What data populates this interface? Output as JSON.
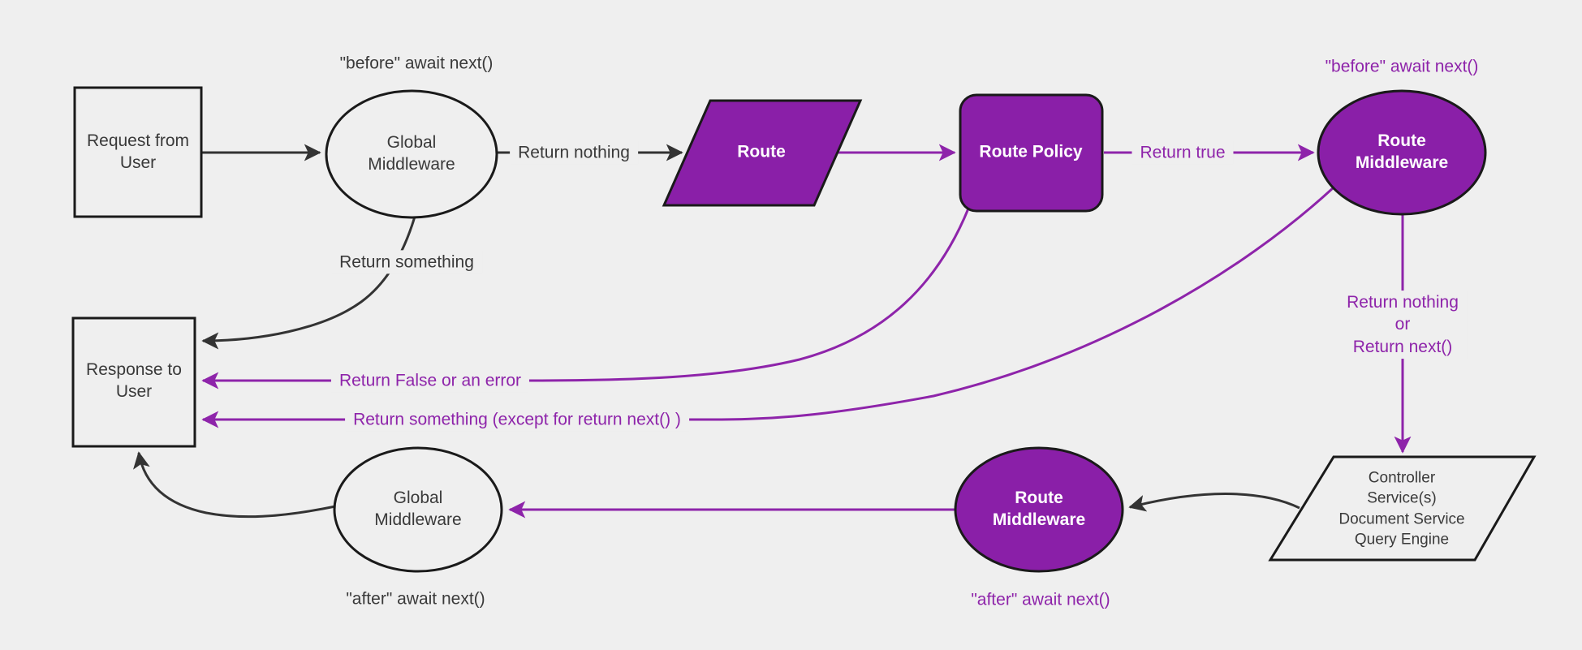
{
  "colors": {
    "background": "#efefef",
    "purple_fill": "#8a1fa8",
    "purple_accent": "#8e24aa",
    "shape_border": "#1a1a1a",
    "dark_stroke": "#333333",
    "dark_text": "#3a3a3a",
    "white_text": "#ffffff"
  },
  "nodes": {
    "request_from_user": {
      "line1": "Request from",
      "line2": "User"
    },
    "global_middleware_top": {
      "line1": "Global",
      "line2": "Middleware"
    },
    "route": {
      "label": "Route"
    },
    "route_policy": {
      "label": "Route Policy"
    },
    "route_middleware_top": {
      "line1": "Route",
      "line2": "Middleware"
    },
    "response_to_user": {
      "line1": "Response to",
      "line2": "User"
    },
    "controller_services": {
      "line1": "Controller",
      "line2": "Service(s)",
      "line3": "Document Service",
      "line4": "Query Engine"
    },
    "route_middleware_bottom": {
      "line1": "Route",
      "line2": "Middleware"
    },
    "global_middleware_bottom": {
      "line1": "Global",
      "line2": "Middleware"
    }
  },
  "edge_labels": {
    "before_await_next_global": "\"before\" await next()",
    "return_nothing_top": "Return nothing",
    "return_true": "Return true",
    "before_await_next_route": "\"before\" await next()",
    "return_something_curve": "Return something",
    "return_nothing_or_line1": "Return nothing",
    "return_nothing_or_line2": "or",
    "return_nothing_or_line3": "Return next()",
    "return_false_or_error": "Return False or an error",
    "return_something_except": "Return something (except for return next() )",
    "after_await_next_route": "\"after\" await next()",
    "after_await_next_global": "\"after\" await next()"
  }
}
